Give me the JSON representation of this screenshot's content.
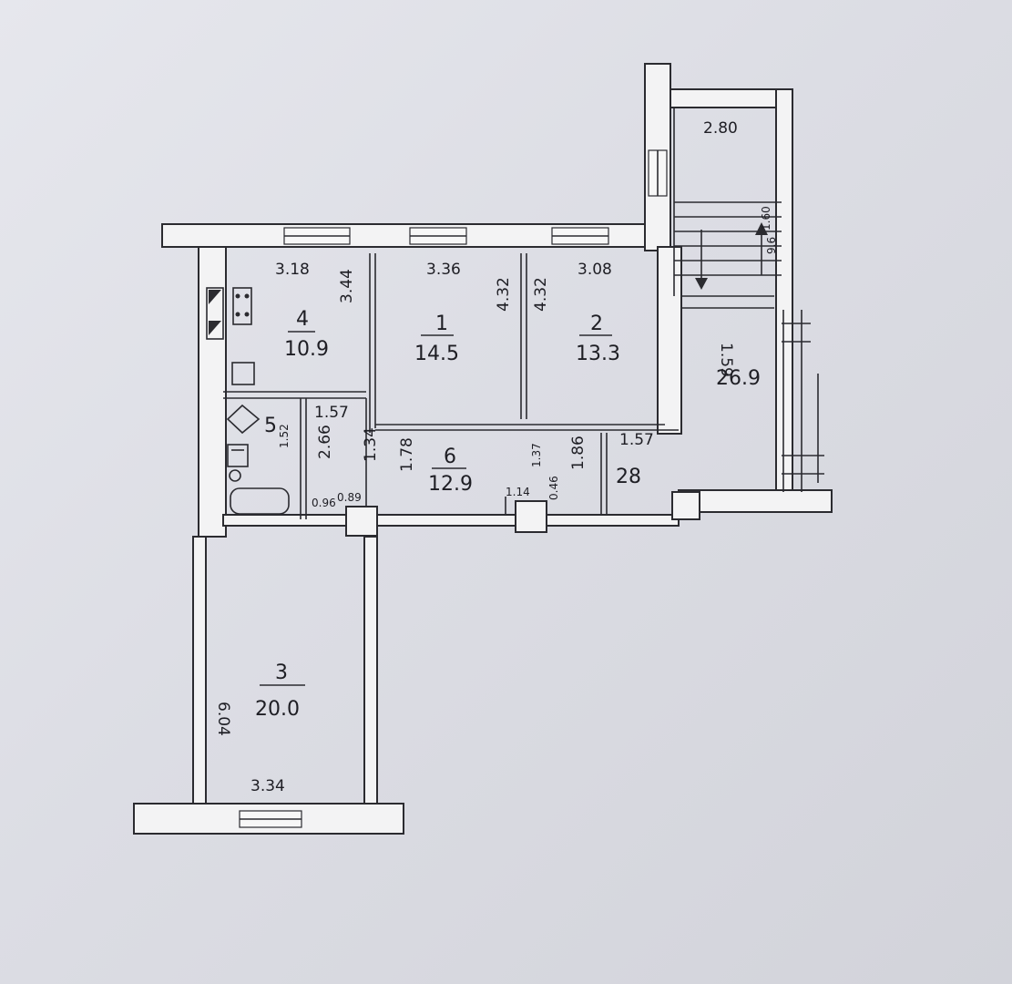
{
  "plan": {
    "rooms": [
      {
        "id": "4",
        "number": "4",
        "area": "10.9",
        "dims": [
          "3.18",
          "3.44"
        ]
      },
      {
        "id": "1",
        "number": "1",
        "area": "14.5",
        "dims": [
          "3.36",
          "4.32"
        ]
      },
      {
        "id": "2",
        "number": "2",
        "area": "13.3",
        "dims": [
          "3.08",
          "4.32"
        ]
      },
      {
        "id": "3",
        "number": "3",
        "area": "20.0",
        "dims": [
          "3.34",
          "6.04"
        ]
      },
      {
        "id": "5",
        "number": "5",
        "area": "",
        "dims": [
          "1.57",
          "2.66",
          "1.52",
          "0.96",
          "0.89"
        ]
      },
      {
        "id": "6",
        "number": "6",
        "area": "12.9",
        "dims": [
          "1.78",
          "1.34",
          "1.14",
          "1.37"
        ]
      },
      {
        "id": "28",
        "number": "",
        "area": "28",
        "dims": [
          "1.57",
          "1.86",
          "0.46"
        ]
      },
      {
        "id": "stair",
        "number": "",
        "area": "26.9",
        "dims": [
          "2.80",
          "1.60",
          "9.6",
          "1.59"
        ]
      }
    ]
  }
}
